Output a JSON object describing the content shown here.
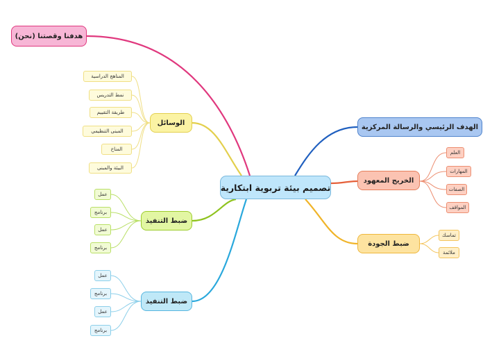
{
  "center": {
    "label": "تصميم بيئة تربوية ابتكارية"
  },
  "top_left": {
    "label": "هدفنا وقصتنا (نحن)"
  },
  "wasail": {
    "label": "الوسائل",
    "items": [
      "المناهج الدراسية",
      "نمط التدريس",
      "طريقة التقييم",
      "المبنى التنظيمي",
      "المناخ",
      "البيئة والمبنى"
    ]
  },
  "tanfidh_green": {
    "label": "ضبط التنفيذ",
    "items": [
      "عمل",
      "برنامج",
      "عمل",
      "برنامج"
    ]
  },
  "tanfidh_blue": {
    "label": "ضبط التنفيذ",
    "items": [
      "عمل",
      "برنامج",
      "عمل",
      "برنامج"
    ]
  },
  "hadaf": {
    "label": "الهدف الرئيسي والرسالة المركزية"
  },
  "khirreej": {
    "label": "الخريج المعهود",
    "items": [
      "العلم",
      "المهارات",
      "الصفات",
      "المواقف"
    ]
  },
  "jawda": {
    "label": "ضبط الجودة",
    "items": [
      "تماسك",
      "ملائمة"
    ]
  },
  "colors": {
    "pink": "#e0387e",
    "yellow": "#e3cf4c",
    "green": "#8fc31f",
    "light_blue": "#29a8dc",
    "dark_blue": "#1f5fbf",
    "salmon": "#e5603a",
    "gold": "#f0b429"
  }
}
